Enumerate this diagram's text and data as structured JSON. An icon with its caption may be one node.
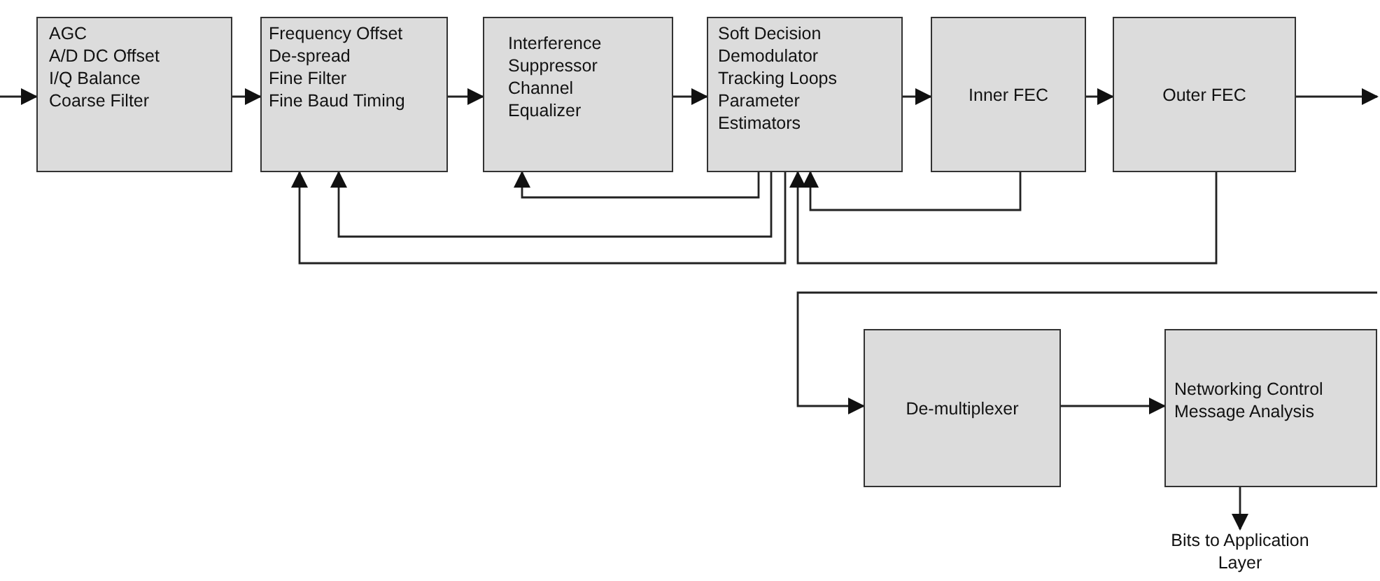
{
  "diagram": {
    "nodes": [
      {
        "text": [
          "AGC",
          "A/D DC Offset",
          "I/Q Balance",
          "Coarse Filter"
        ]
      },
      {
        "text": [
          "Frequency Offset",
          "De-spread",
          "Fine Filter",
          "Fine Baud Timing"
        ]
      },
      {
        "text": [
          "Interference Suppressor",
          "Channel Equalizer"
        ]
      },
      {
        "text": [
          "Soft Decision Demodulator",
          "Tracking Loops",
          "Parameter Estimators"
        ]
      },
      {
        "text": [
          "Inner FEC"
        ]
      },
      {
        "text": [
          "Outer FEC"
        ]
      },
      {
        "text": [
          "De-multiplexer"
        ]
      },
      {
        "text": [
          "Networking Control Message Analysis"
        ]
      },
      {
        "text": [
          "Bits to Application Layer"
        ]
      }
    ],
    "edges": [
      {
        "from": null,
        "to": 0,
        "arrow": "to"
      },
      {
        "from": 0,
        "to": 1,
        "arrow": "to"
      },
      {
        "from": 1,
        "to": 2,
        "arrow": "to"
      },
      {
        "from": 2,
        "to": 3,
        "arrow": "to"
      },
      {
        "from": 3,
        "to": 4,
        "arrow": "to"
      },
      {
        "from": 4,
        "to": 5,
        "arrow": "to"
      },
      {
        "from": 5,
        "to": null,
        "arrow": "to"
      },
      {
        "from": 3,
        "to": 2,
        "arrow": "to"
      },
      {
        "from": 3,
        "to": 1,
        "arrow": "to"
      },
      {
        "from": 3,
        "to": 1,
        "arrow": "to"
      },
      {
        "from": 4,
        "to": 3,
        "arrow": "to"
      },
      {
        "from": 5,
        "to": 3,
        "arrow": "to"
      },
      {
        "from": null,
        "to": 6,
        "arrow": "to"
      },
      {
        "from": 6,
        "to": 7,
        "arrow": "to"
      },
      {
        "from": 7,
        "to": 8,
        "arrow": "to"
      }
    ]
  }
}
